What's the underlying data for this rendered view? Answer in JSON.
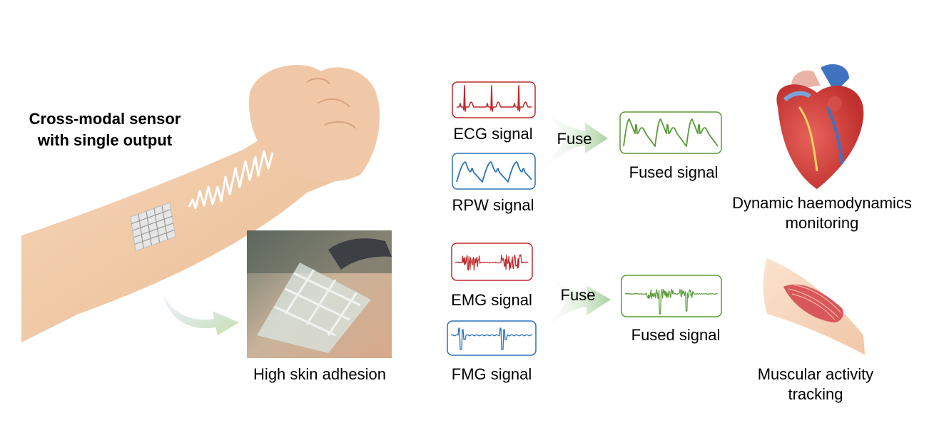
{
  "sensor_title": {
    "line1": "Cross-modal sensor",
    "line2": "with single output"
  },
  "adhesion_label": "High skin adhesion",
  "top_group": {
    "input1_label": "ECG signal",
    "input2_label": "RPW signal",
    "fuse_label": "Fuse",
    "output_label": "Fused signal",
    "application": {
      "line1": "Dynamic haemodynamics",
      "line2": "monitoring"
    }
  },
  "bottom_group": {
    "input1_label": "EMG signal",
    "input2_label": "FMG signal",
    "fuse_label": "Fuse",
    "output_label": "Fused signal",
    "application": {
      "line1": "Muscular activity",
      "line2": "tracking"
    }
  },
  "colors": {
    "ecg_emg_red": "#c0282a",
    "rpw_fmg_blue": "#2a73b8",
    "fused_green": "#5a9a3a",
    "fuse_arrow_green": "#bcd9b4",
    "skin": "#f0c9a6"
  }
}
